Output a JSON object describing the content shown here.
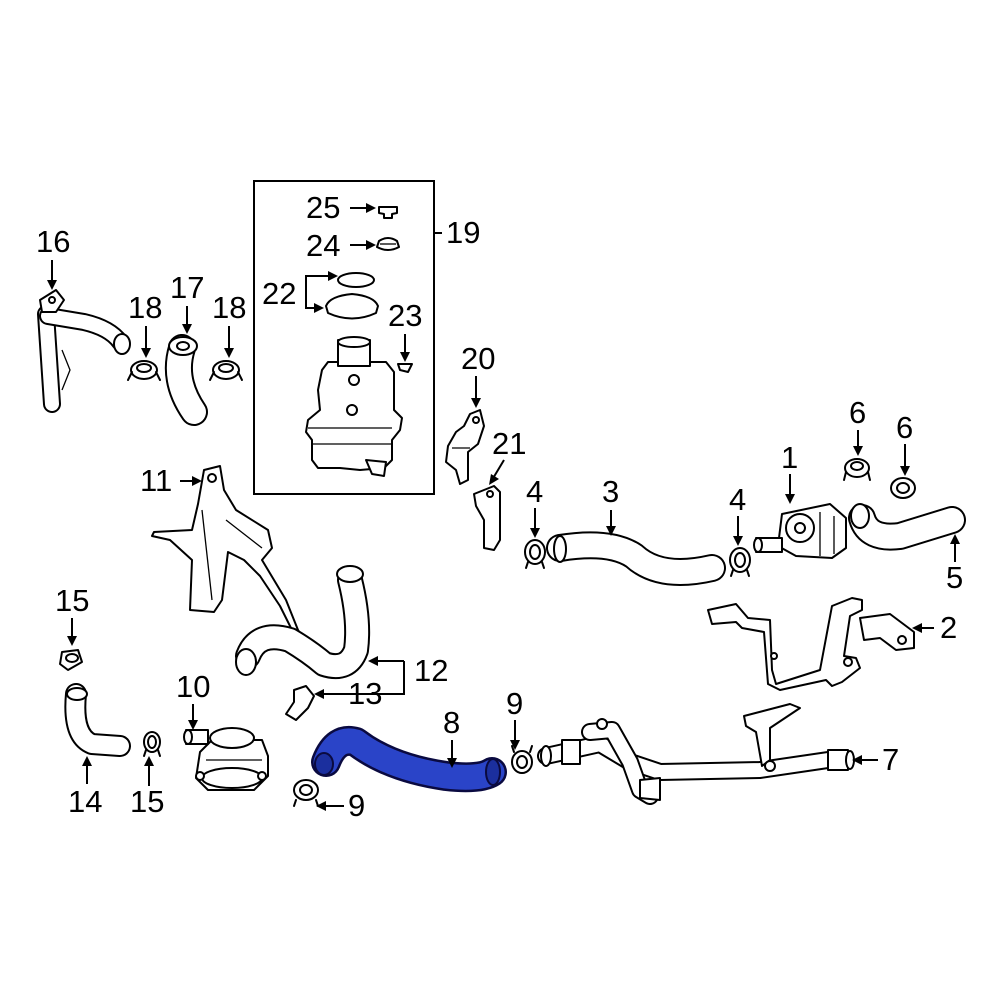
{
  "labels": {
    "l1": "1",
    "l2": "2",
    "l3": "3",
    "l4a": "4",
    "l4b": "4",
    "l5": "5",
    "l6a": "6",
    "l6b": "6",
    "l7": "7",
    "l8": "8",
    "l9a": "9",
    "l9b": "9",
    "l10": "10",
    "l11": "11",
    "l12": "12",
    "l13": "13",
    "l14": "14",
    "l15a": "15",
    "l15b": "15",
    "l16": "16",
    "l17": "17",
    "l18a": "18",
    "l18b": "18",
    "l19": "19",
    "l20": "20",
    "l21": "21",
    "l22": "22",
    "l23": "23",
    "l24": "24",
    "l25": "25"
  },
  "colors": {
    "highlight": "#2a44c8",
    "line": "#000000",
    "background": "#ffffff"
  },
  "highlighted_part": "8"
}
